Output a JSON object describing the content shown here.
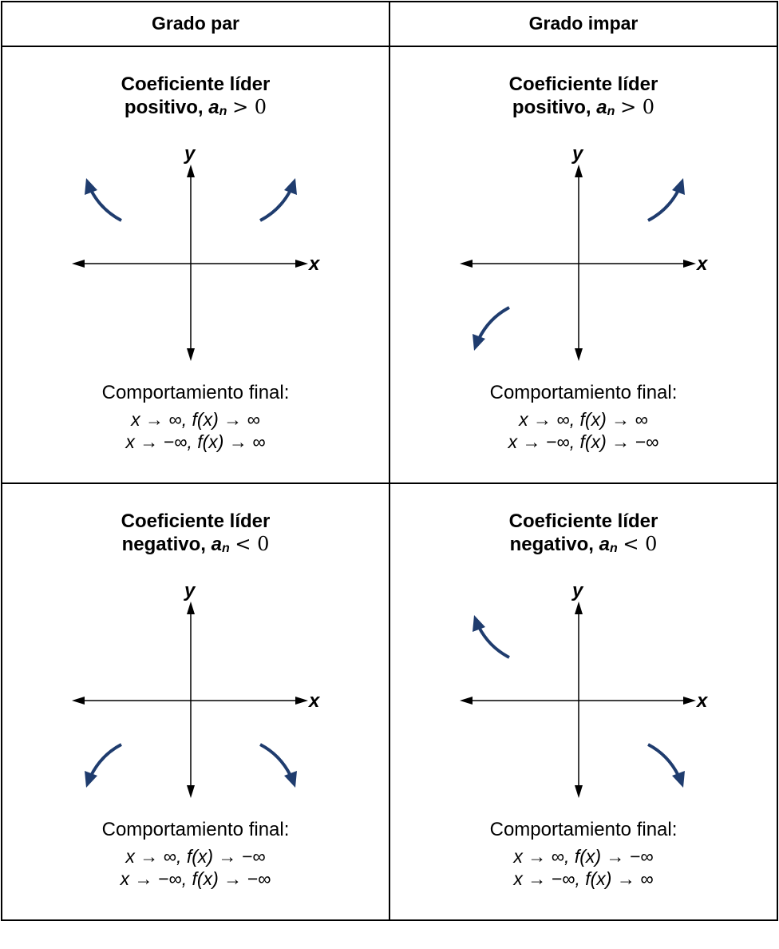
{
  "headers": {
    "even": "Grado par",
    "odd": "Grado impar"
  },
  "colors": {
    "arrow": "#1f3c6e",
    "axis": "#000000",
    "grid": "#000000"
  },
  "axis_labels": {
    "x": "x",
    "y": "y"
  },
  "panels": {
    "even_positive": {
      "title_line1": "Coeficiente líder",
      "title_word": "positivo,",
      "coef_var": "a",
      "coef_sub": "n",
      "relation": "> 0",
      "end_label": "Comportamiento final:",
      "line1": "x → ∞, f(x) → ∞",
      "line2": "x → −∞, f(x) → ∞"
    },
    "odd_positive": {
      "title_line1": "Coeficiente líder",
      "title_word": "positivo,",
      "coef_var": "a",
      "coef_sub": "n",
      "relation": "> 0",
      "end_label": "Comportamiento final:",
      "line1": "x → ∞, f(x) → ∞",
      "line2": "x → −∞, f(x) → −∞"
    },
    "even_negative": {
      "title_line1": "Coeficiente líder",
      "title_word": "negativo,",
      "coef_var": "a",
      "coef_sub": "n",
      "relation": "< 0",
      "end_label": "Comportamiento final:",
      "line1": "x → ∞, f(x) → −∞",
      "line2": "x → −∞, f(x) → −∞"
    },
    "odd_negative": {
      "title_line1": "Coeficiente líder",
      "title_word": "negativo,",
      "coef_var": "a",
      "coef_sub": "n",
      "relation": "< 0",
      "end_label": "Comportamiento final:",
      "line1": "x → ∞, f(x) → −∞",
      "line2": "x → −∞, f(x) → ∞"
    }
  }
}
